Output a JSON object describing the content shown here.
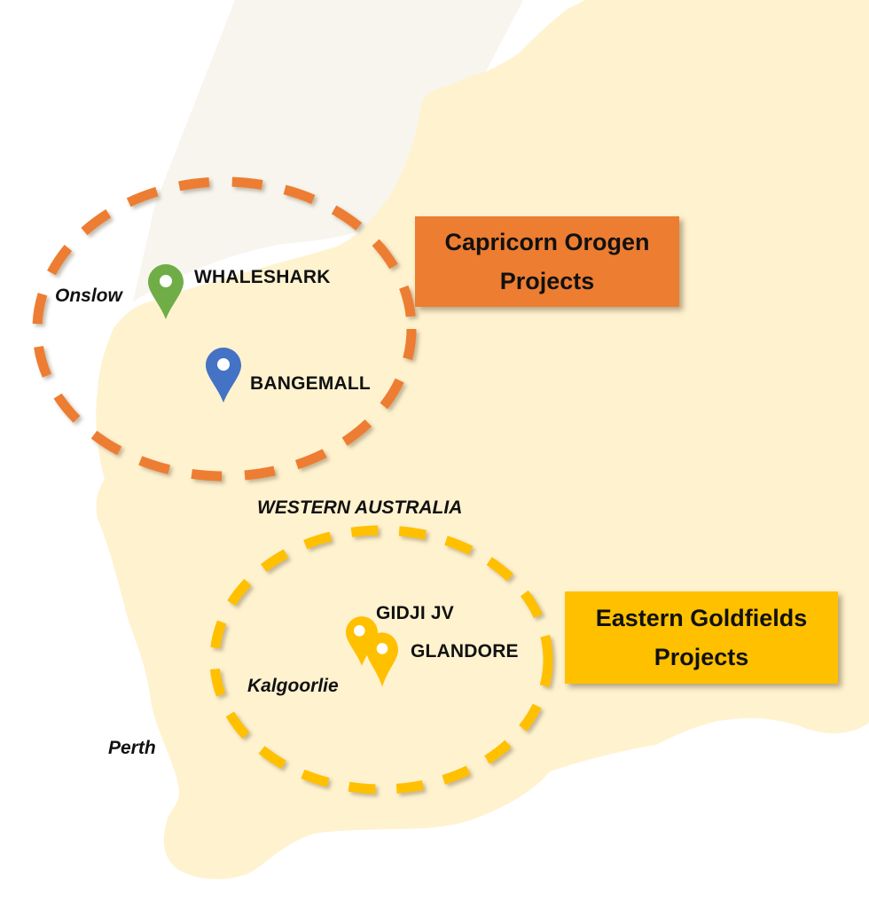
{
  "map": {
    "region_label": "WESTERN AUSTRALIA",
    "colors": {
      "land": "#FFF2CF",
      "sea": "#FFFFFF",
      "ghost_land": "#F7F5EE",
      "capricorn": "#ED7D31",
      "goldfields": "#FFC000",
      "whaleshark_pin": "#70AD47",
      "bangemall_pin": "#4472C4"
    }
  },
  "groups": [
    {
      "name": "Capricorn Orogen Projects",
      "line1": "Capricorn Orogen",
      "line2": "Projects",
      "color": "#ED7D31"
    },
    {
      "name": "Eastern Goldfields Projects",
      "line1": "Eastern Goldfields",
      "line2": "Projects",
      "color": "#FFC000"
    }
  ],
  "projects": [
    {
      "label": "WHALESHARK",
      "group": "Capricorn Orogen Projects",
      "pin_icon": "map-pin-green"
    },
    {
      "label": "BANGEMALL",
      "group": "Capricorn Orogen Projects",
      "pin_icon": "map-pin-blue"
    },
    {
      "label": "GIDJI JV",
      "group": "Eastern Goldfields Projects",
      "pin_icon": "map-pin-yellow"
    },
    {
      "label": "GLANDORE",
      "group": "Eastern Goldfields Projects",
      "pin_icon": "map-pin-yellow"
    }
  ],
  "towns": [
    {
      "label": "Onslow"
    },
    {
      "label": "Kalgoorlie"
    },
    {
      "label": "Perth"
    }
  ]
}
